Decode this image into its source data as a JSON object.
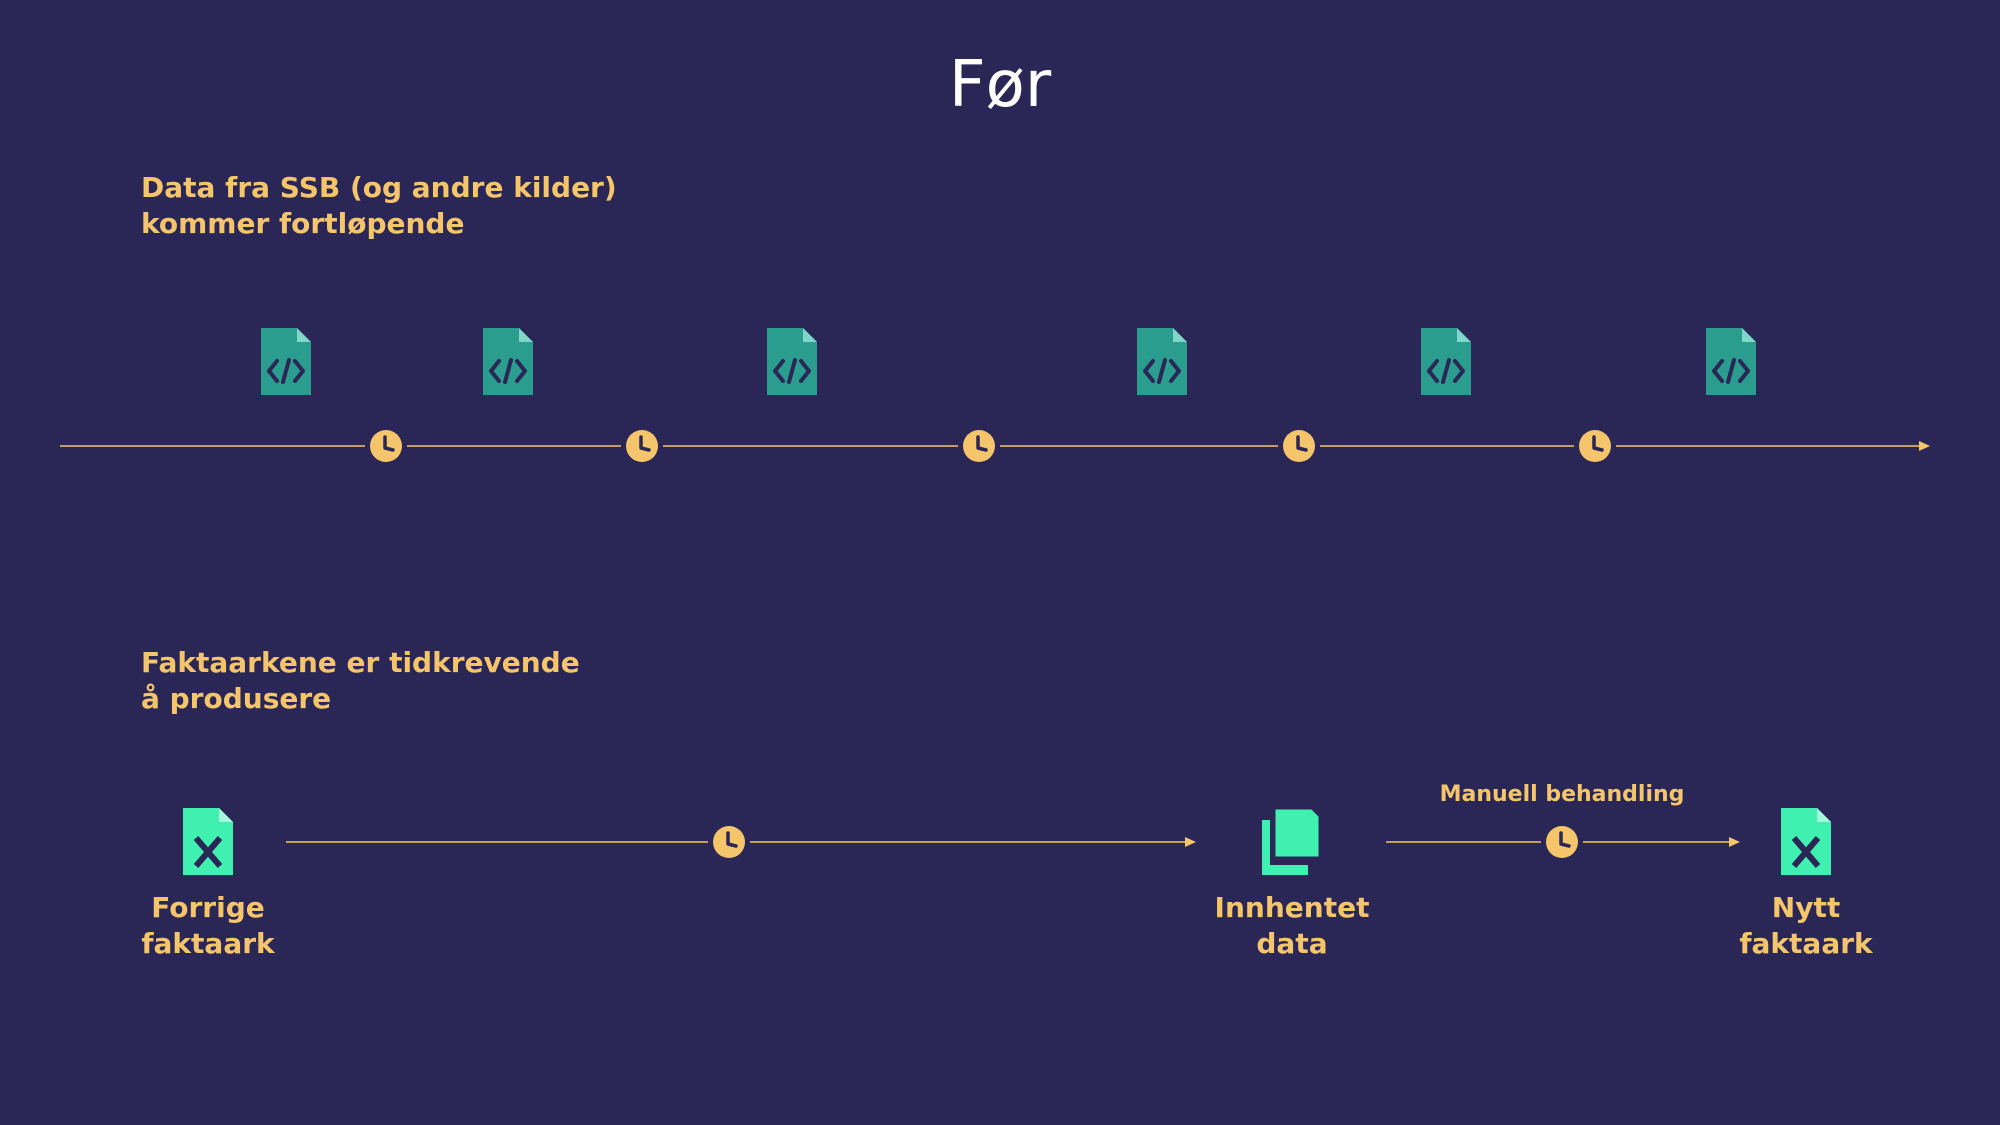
{
  "title": "Før",
  "colors": {
    "background": "#2a2757",
    "accent": "#f5c56b",
    "code_file": "#2a9d8f",
    "sheet_file": "#40f0b0"
  },
  "top": {
    "heading_line1": "Data fra SSB (og andre kilder)",
    "heading_line2": "kommer fortløpende",
    "file_icon": "code-file-icon",
    "clock_icon": "clock-icon"
  },
  "bottom": {
    "heading_line1": "Faktaarkene er tidkrevende",
    "heading_line2": "å produsere",
    "nodes": [
      {
        "icon": "excel-file-icon",
        "line1": "Forrige",
        "line2": "faktaark"
      },
      {
        "icon": "copy-files-icon",
        "line1": "Innhentet",
        "line2": "data"
      },
      {
        "icon": "excel-file-icon",
        "line1": "Nytt",
        "line2": "faktaark"
      }
    ],
    "step_label": "Manuell behandling"
  }
}
